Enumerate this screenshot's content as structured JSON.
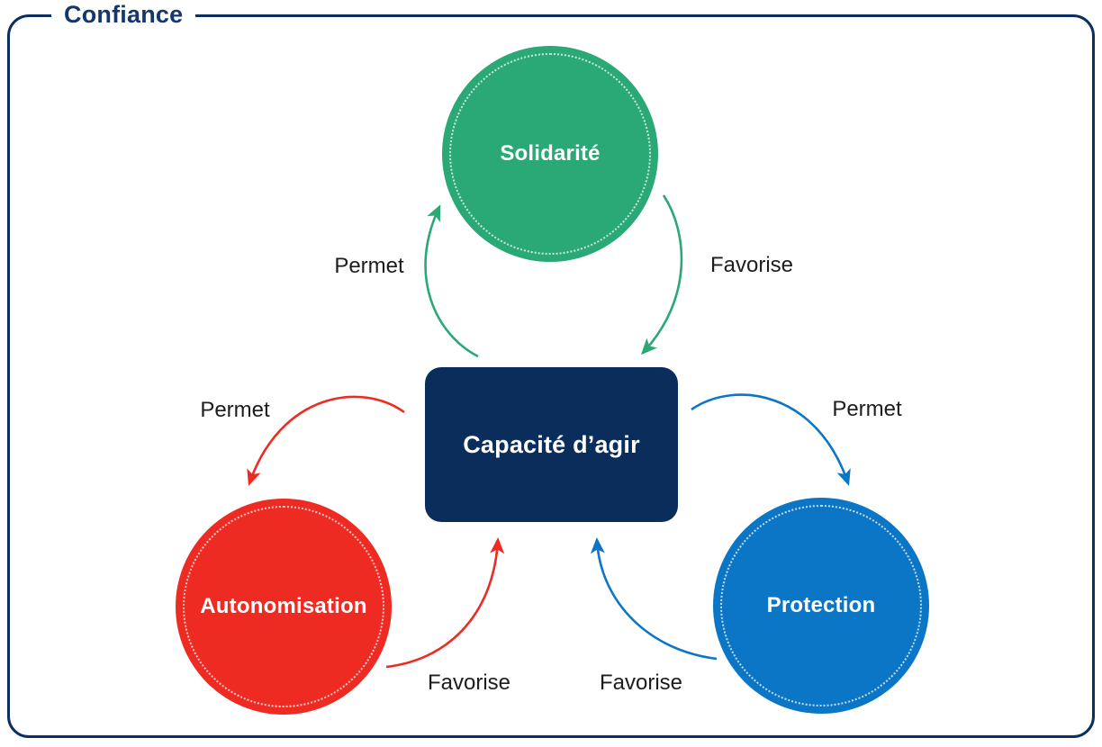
{
  "title": "Confiance",
  "center": {
    "label": "Capacité d’agir",
    "color": "#0a2d5c"
  },
  "nodes": {
    "solidarite": {
      "label": "Solidarité",
      "color": "#2aa875"
    },
    "autonomisation": {
      "label": "Autonomisation",
      "color": "#ed2b23"
    },
    "protection": {
      "label": "Protection",
      "color": "#0b76c6"
    }
  },
  "edges": [
    {
      "from": "Capacité d’agir",
      "to": "Solidarité",
      "label": "Permet",
      "color": "#2aa875"
    },
    {
      "from": "Solidarité",
      "to": "Capacité d’agir",
      "label": "Favorise",
      "color": "#2aa875"
    },
    {
      "from": "Capacité d’agir",
      "to": "Autonomisation",
      "label": "Permet",
      "color": "#ed2b23"
    },
    {
      "from": "Capacité d’agir",
      "to": "Protection",
      "label": "Permet",
      "color": "#0b76c6"
    },
    {
      "from": "Autonomisation",
      "to": "Capacité d’agir",
      "label": "Favorise",
      "color": "#ed2b23"
    },
    {
      "from": "Protection",
      "to": "Capacité d’agir",
      "label": "Favorise",
      "color": "#0b76c6"
    }
  ],
  "colors": {
    "frame_border": "#0d2f5f",
    "title_text": "#14386e",
    "label_text": "#1d1d1b",
    "background": "#ffffff"
  }
}
